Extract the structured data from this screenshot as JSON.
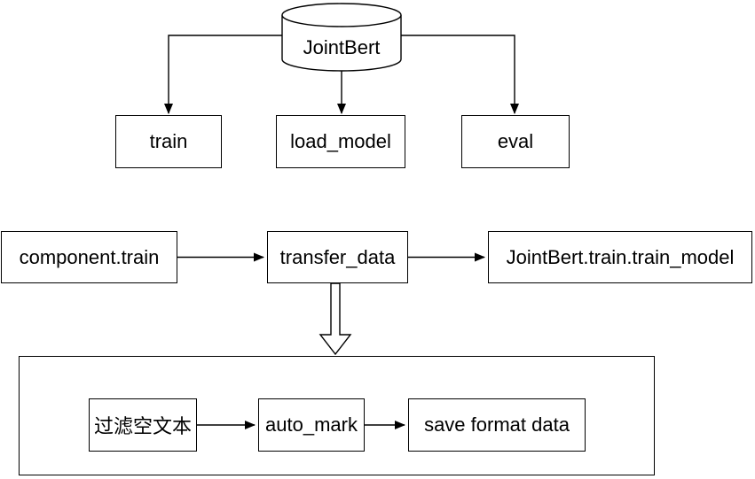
{
  "diagram": {
    "database": {
      "label": "JointBert",
      "shape": "cylinder"
    },
    "class_methods": [
      {
        "label": "train"
      },
      {
        "label": "load_model"
      },
      {
        "label": "eval"
      }
    ],
    "train_flow": [
      {
        "label": "component.train"
      },
      {
        "label": "transfer_data"
      },
      {
        "label": "JointBert.train.train_model"
      }
    ],
    "transfer_data_subprocess": [
      {
        "label": "过滤空文本"
      },
      {
        "label": "auto_mark"
      },
      {
        "label": "save format data"
      }
    ],
    "colors": {
      "stroke": "#000000",
      "background": "#ffffff",
      "text": "#000000",
      "shape_fill": "#ffffff"
    }
  }
}
